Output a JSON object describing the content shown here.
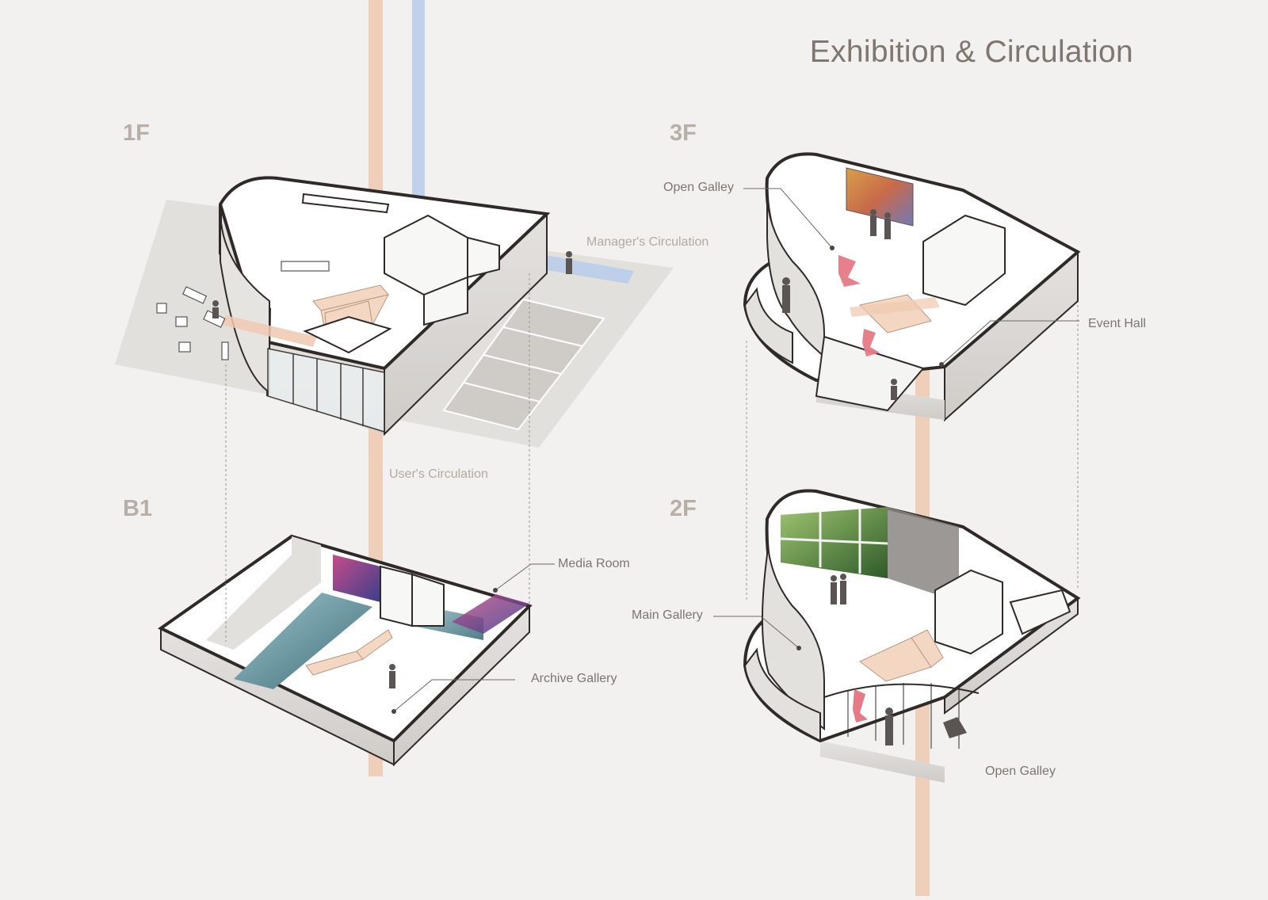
{
  "title": "Exhibition & Circulation",
  "floors": {
    "f1": "1F",
    "b1": "B1",
    "f3": "3F",
    "f2": "2F"
  },
  "labels": {
    "managers_circulation": "Manager's Circulation",
    "users_circulation": "User's Circulation",
    "media_room": "Media Room",
    "archive_gallery": "Archive Gallery",
    "open_galley_3f": "Open Galley",
    "event_hall": "Event Hall",
    "main_gallery": "Main Gallery",
    "open_galley_2f": "Open Galley"
  },
  "colors": {
    "background": "#f2f1ef",
    "users_circulation": "#f0c9b0",
    "managers_circulation": "#b9cdea",
    "wall_outline": "#2f2a27",
    "wall_section": "#d8d6d3",
    "floor_slab": "#ffffff",
    "stair": "#f3d7c2",
    "media_wall": "#8fb7c4",
    "green_media": "#6f9a48",
    "sculpture": "#e57a86"
  },
  "legend": [
    {
      "name": "users-circulation",
      "color": "#f0c9b0"
    },
    {
      "name": "managers-circulation",
      "color": "#b9cdea"
    }
  ]
}
